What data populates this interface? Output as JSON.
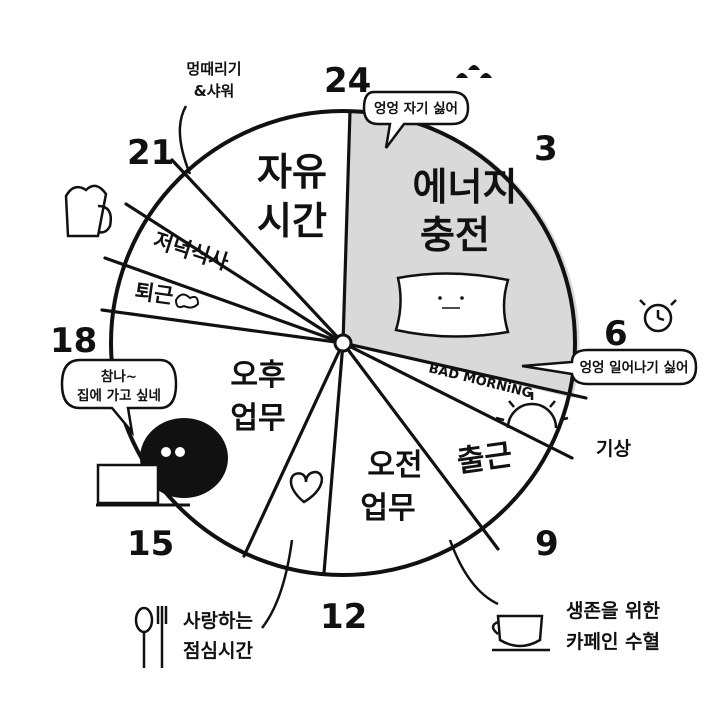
{
  "hours": {
    "h24": "24",
    "h3": "3",
    "h6": "6",
    "h9": "9",
    "h12": "12",
    "h15": "15",
    "h18": "18",
    "h21": "21"
  },
  "segments": {
    "energy": [
      "에너지",
      "충전"
    ],
    "bad_morning": "BAD MORNiNG",
    "commute": "출근",
    "morning_work": [
      "오전",
      "업무"
    ],
    "afternoon_work": [
      "오후",
      "업무"
    ],
    "off_work": "퇴근",
    "dinner": "저녁식사",
    "free_time": [
      "자유",
      "시간"
    ]
  },
  "annotations": {
    "wake_up": "기상",
    "zone_out_shower": [
      "멍때리기",
      "&샤워"
    ],
    "lunch": [
      "사랑하는",
      "점심시간"
    ],
    "cafe": [
      "생존을 위한",
      "카페인 수혈"
    ]
  },
  "bubbles": {
    "sleep": "엉엉 자기 싫어",
    "wake": "엉엉 일어나기 싫어",
    "home": [
      "참나~",
      "집에 가고 싶네"
    ]
  },
  "colors": {
    "ink": "#111111",
    "sleep_fill": "#d9d9d9",
    "paper": "#ffffff"
  },
  "icons": [
    "beer-mug-icon",
    "alarm-clock-icon",
    "pillow-icon",
    "sun-icon",
    "heart-icon",
    "coffee-cup-icon",
    "spoon-fork-icon",
    "laptop-icon",
    "sweat-drops-icon",
    "puff-icon"
  ]
}
